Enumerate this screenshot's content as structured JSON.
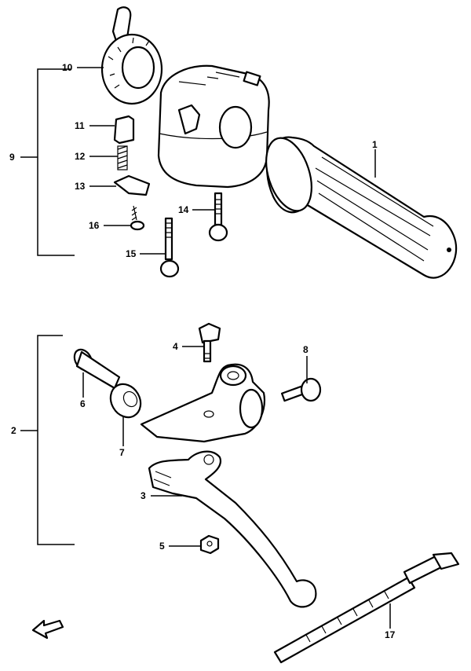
{
  "callouts": {
    "c1": "1",
    "c2": "2",
    "c3": "3",
    "c4": "4",
    "c5": "5",
    "c6": "6",
    "c7": "7",
    "c8": "8",
    "c9": "9",
    "c10": "10",
    "c11": "11",
    "c12": "12",
    "c13": "13",
    "c14": "14",
    "c15": "15",
    "c16": "16",
    "c17": "17"
  },
  "icons": {
    "direction_arrow": "arrow-left-icon"
  }
}
